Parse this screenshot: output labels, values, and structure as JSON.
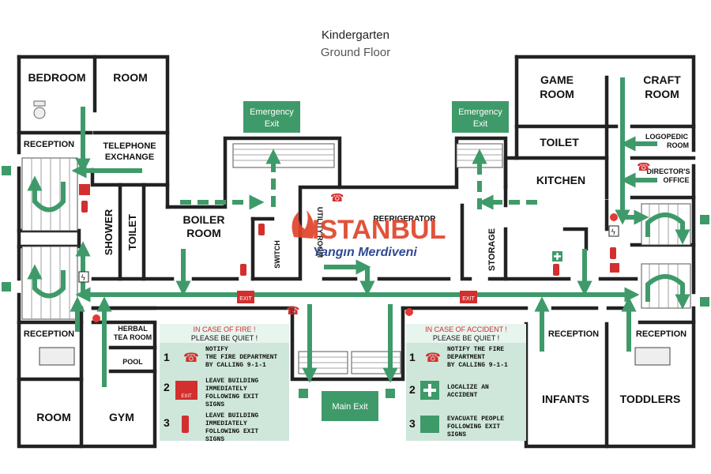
{
  "title": "Kindergarten",
  "subtitle": "Ground Floor",
  "rooms": {
    "bedroom": "BEDROOM",
    "room_top": "ROOM",
    "reception_top_left": "RECEPTION",
    "telephone_1": "TELEPHONE",
    "telephone_2": "EXCHANGE",
    "shower": "SHOWER",
    "toilet_left": "TOILET",
    "boiler_1": "BOILER",
    "boiler_2": "ROOM",
    "switch": "SWITCH",
    "utility": "UTILITY ROOM",
    "refrigerator": "REFRIGERATOR",
    "storage": "STORAGE",
    "game_1": "GAME",
    "game_2": "ROOM",
    "craft_1": "CRAFT",
    "craft_2": "ROOM",
    "toilet_right": "TOILET",
    "logopedic_1": "LOGOPEDIC",
    "logopedic_2": "ROOM",
    "directors_1": "DIRECTOR'S",
    "directors_2": "OFFICE",
    "kitchen": "KITCHEN",
    "reception_left": "RECEPTION",
    "herbal_1": "HERBAL",
    "herbal_2": "TEA ROOM",
    "pool": "POOL",
    "room_bottom": "ROOM",
    "gym": "GYM",
    "reception_mid_right": "RECEPTION",
    "reception_right": "RECEPTION",
    "infants": "INFANTS",
    "toddlers": "TODDLERS"
  },
  "exits": {
    "emergency_left_1": "Emergency",
    "emergency_left_2": "Exit",
    "emergency_right_1": "Emergency",
    "emergency_right_2": "Exit",
    "main": "Main Exit",
    "exit_sign": "EXIT"
  },
  "fire_panel": {
    "title": "IN CASE OF FIRE !",
    "quiet": "PLEASE BE QUIET !",
    "steps": [
      {
        "num": "1",
        "lines": [
          "NOTIFY",
          "THE FIRE DEPARTMENT",
          "BY CALLING  9-1-1"
        ]
      },
      {
        "num": "2",
        "lines": [
          "LEAVE BUILDING",
          "IMMEDIATELY",
          "FOLLOWING EXIT",
          "SIGNS"
        ]
      },
      {
        "num": "3",
        "lines": [
          "LEAVE BUILDING",
          "IMMEDIATELY",
          "FOLLOWING EXIT",
          "SIGNS"
        ]
      }
    ]
  },
  "accident_panel": {
    "title": "IN CASE OF ACCIDENT !",
    "quiet": "PLEASE BE QUIET !",
    "steps": [
      {
        "num": "1",
        "lines": [
          "NOTIFY THE FIRE",
          "DEPARTMENT",
          "BY CALLING  9-1-1"
        ]
      },
      {
        "num": "2",
        "lines": [
          "LOCALIZE AN",
          "ACCIDENT"
        ]
      },
      {
        "num": "3",
        "lines": [
          "EVACUATE PEOPLE",
          "FOLLOWING EXIT",
          "SIGNS"
        ]
      }
    ]
  },
  "watermark": {
    "line1": "ISTANBUL",
    "line2": "Yangın Merdiveni"
  },
  "colors": {
    "route": "#3f9a6a",
    "panel": "#cfe7da",
    "alert": "#d32f2f",
    "wall": "#222222"
  }
}
